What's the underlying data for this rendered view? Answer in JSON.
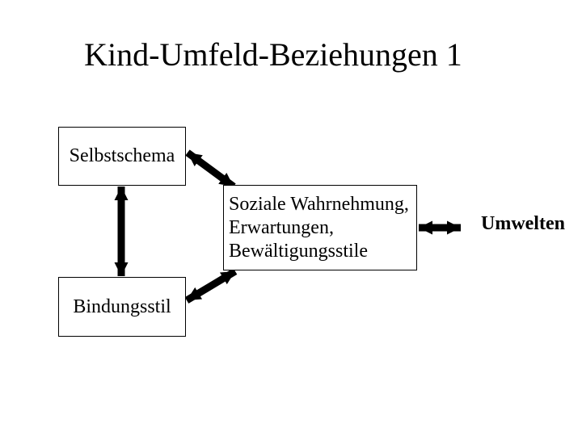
{
  "slide": {
    "title": "Kind-Umfeld-Beziehungen 1",
    "background_color": "#ffffff",
    "text_color": "#000000"
  },
  "boxes": {
    "selbstschema": {
      "label": "Selbstschema"
    },
    "soziale_wahrnehmung": {
      "lines": [
        "Soziale Wahrnehmung,",
        "Erwartungen,",
        "Bewältigungsstile"
      ]
    },
    "bindungsstil": {
      "label": "Bindungsstil"
    }
  },
  "floating_labels": {
    "umwelten": "Umwelten"
  },
  "connectors": [
    {
      "from": "selbstschema",
      "to": "bindungsstil",
      "style": "double-headed-arrow"
    },
    {
      "from": "selbstschema",
      "to": "soziale_wahrnehmung",
      "style": "double-headed-arrow"
    },
    {
      "from": "bindungsstil",
      "to": "soziale_wahrnehmung",
      "style": "double-headed-arrow"
    },
    {
      "from": "soziale_wahrnehmung",
      "to": "umwelten",
      "style": "double-headed-arrow"
    }
  ]
}
